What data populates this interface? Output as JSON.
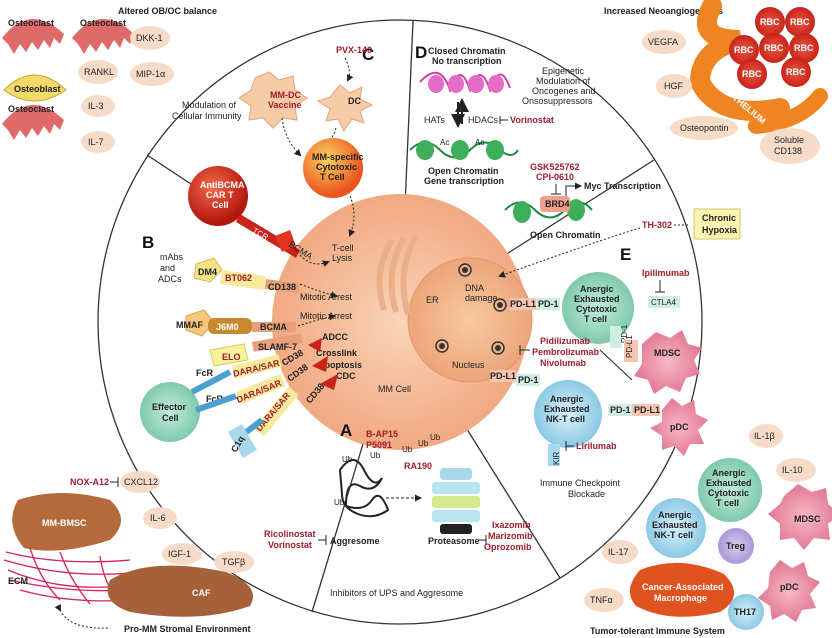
{
  "colors": {
    "red_text": "#a01c2c",
    "cell_center": "#f7c9a6",
    "cell_edge": "#f2a37c",
    "pill": "#f6dcc8",
    "effector": "#8fd1b9",
    "nk": "#a8d8ea",
    "rbc": "#d93a2a",
    "endothelium": "#f08a24"
  },
  "sections": {
    "A": {
      "letter": "A",
      "title": "Inhibitors of UPS and Aggresome"
    },
    "B": {
      "letter": "B",
      "subtitle_1": "mAbs",
      "subtitle_2": "and",
      "subtitle_3": "ADCs"
    },
    "C": {
      "letter": "C",
      "title_1": "Modulation of",
      "title_2": "Cellular Immunity"
    },
    "D": {
      "letter": "D",
      "title_1": "Epigenetic",
      "title_2": "Modulation of",
      "title_3": "Oncogenes and",
      "title_4": "Onsosuppressors"
    },
    "E": {
      "letter": "E",
      "title_1": "Immune Checkpoint",
      "title_2": "Blockade"
    }
  },
  "center": {
    "cell_label": "MM Cell",
    "er": "ER",
    "nucleus": "Nucleus",
    "dna_1": "DNA",
    "dna_2": "damage",
    "tcell_lysis_1": "T-cell",
    "tcell_lysis_2": "Lysis",
    "mitotic_arrest_1": "Mitotic Arrest",
    "mitotic_arrest_2": "Mitotic Arrest",
    "adcc": "ADCC",
    "crosslink": "Crosslink",
    "apoptosis": "Apoptosis",
    "cdc": "CDC"
  },
  "panel_b": {
    "dm4": "DM4",
    "bt062": "BT062",
    "cd138": "CD138",
    "mmaf": "MMAF",
    "j6m0": "J6M0",
    "bcma": "BCMA",
    "slamf7": "SLAMF-7",
    "elo": "ELO",
    "fcr_1": "FcR",
    "fcr_2": "FcR",
    "dara_sar_1": "DARA/SAR",
    "dara_sar_2": "DARA/SAR",
    "dara_sar_3": "DARA/SAR",
    "cd38_1": "CD38",
    "cd38_2": "CD38",
    "cd38_3": "CD38",
    "effector_1": "Effector",
    "effector_2": "Cell",
    "c1q": "C1q"
  },
  "panel_c": {
    "pvx": "PVX-140",
    "dc": "DC",
    "vaccine_1": "MM-DC",
    "vaccine_2": "Vaccine",
    "ctl_1": "MM-specific",
    "ctl_2": "Cytotoxic",
    "ctl_3": "T Cell",
    "car_1": "AntiBCMA",
    "car_2": "CAR T",
    "car_3": "Cell",
    "tcr": "TCR",
    "bcma": "BCMA"
  },
  "panel_d": {
    "closed_1": "Closed Chromatin",
    "closed_2": "No transcription",
    "hats": "HATs",
    "hdacs": "HDACs",
    "vorinostat": "Vorinostat",
    "open_1": "Open Chromatin",
    "open_2": "Gene transcription",
    "gsk": "GSK525762",
    "cpi": "CPI-0610",
    "myc": "Myc Transcription",
    "brd4": "BRD4",
    "open_3": "Open Chromatin",
    "ac": "Ac",
    "th302": "TH-302",
    "hypoxia_1": "Chronic",
    "hypoxia_2": "Hypoxia"
  },
  "panel_e": {
    "pdl1_1": "PD-L1",
    "pd1_1": "PD-1",
    "tcell_1": "Anergic",
    "tcell_2": "Exhausted",
    "tcell_3": "Cytotoxic",
    "tcell_4": "T cell",
    "ipilimumab": "Ipilimumab",
    "ctla4": "CTLA4",
    "pd1_2": "PD-1",
    "pdl1_2": "PD-L1",
    "mdsc": "MDSC",
    "pidilizumab": "Pidilizumab",
    "pembrolizumab": "Pembrolizumab",
    "nivolumab": "Nivolumab",
    "pdl1_3": "PD-L1",
    "pd1_3": "PD-1",
    "nk_1": "Anergic",
    "nk_2": "Exhausted",
    "nk_3": "NK-T cell",
    "pd1_4": "PD-1",
    "pdl1_4": "PD-L1",
    "pdc": "pDC",
    "kir": "KIR",
    "lirilumab": "Lirilumab"
  },
  "panel_ups": {
    "bap15": "B-AP15",
    "p5091": "P5091",
    "ub": "Ub",
    "ra190": "RA190",
    "ricolinostat": "Ricolinostat",
    "vorinostat": "Vorinostat",
    "aggresome": "Aggresome",
    "proteasome": "Proteasome",
    "ixazomib": "Ixazomib",
    "marizomib": "Marizomib",
    "oprozomib": "Oprozomib"
  },
  "corner_tl": {
    "title": "Altered OB/OC balance",
    "osteoclast_1": "Osteoclast",
    "osteoclast_2": "Osteoclast",
    "osteoblast": "Osteoblast",
    "osteoclast_3": "Osteoclast",
    "dkk1": "DKK-1",
    "rankl": "RANKL",
    "mip1a": "MIP-1α",
    "il3": "IL-3",
    "il7": "IL-7"
  },
  "corner_tr": {
    "title": "Increased Neoangiogenesis",
    "vegfa": "VEGFA",
    "hgf": "HGF",
    "osteopontin": "Osteopontin",
    "soluble_1": "Soluble",
    "soluble_2": "CD138",
    "endothelium": "ENDOTHELIUM",
    "rbc": "RBC"
  },
  "corner_bl": {
    "title": "Pro-MM Stromal Environment",
    "noxa12": "NOX-A12",
    "cxcl12": "CXCL12",
    "mmbmsc": "MM-BMSC",
    "il6": "IL-6",
    "igf1": "IGF-1",
    "tgfb": "TGFβ",
    "ecm": "ECM",
    "caf": "CAF"
  },
  "corner_br": {
    "title": "Tumor-tolerant Immune System",
    "il1b": "IL-1β",
    "il10": "IL-10",
    "tcell_1": "Anergic",
    "tcell_2": "Exhausted",
    "tcell_3": "Cytotoxic",
    "tcell_4": "T cell",
    "nk_1": "Anergic",
    "nk_2": "Exhausted",
    "nk_3": "NK-T cell",
    "mdsc": "MDSC",
    "treg": "Treg",
    "il17": "IL-17",
    "pdc": "pDC",
    "cam_1": "Cancer-Associated",
    "cam_2": "Macrophage",
    "tnfa": "TNFα",
    "th17": "TH17"
  }
}
